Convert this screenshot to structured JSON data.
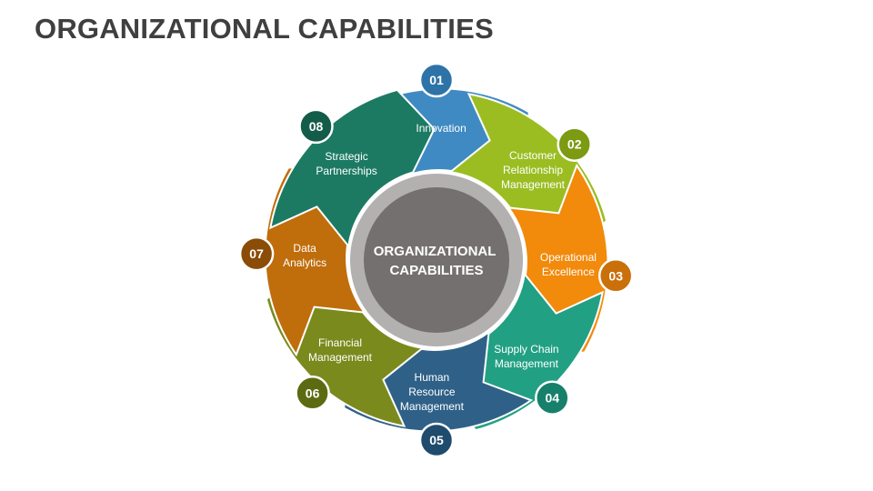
{
  "title": "ORGANIZATIONAL CAPABILITIES",
  "center": {
    "lines": [
      "ORGANIZATIONAL",
      "CAPABILITIES"
    ]
  },
  "colors": {
    "title": "#3f3f3f",
    "center_fill": "#757070",
    "center_ring": "#b3b0b0"
  },
  "segments": [
    {
      "number": "01",
      "label": [
        "Innovation"
      ],
      "color": "#3f8ac2",
      "badge_color": "#2d73a8"
    },
    {
      "number": "02",
      "label": [
        "Customer",
        "Relationship",
        "Management"
      ],
      "color": "#9bbd22",
      "badge_color": "#7c9a12"
    },
    {
      "number": "03",
      "label": [
        "Operational",
        "Excellence"
      ],
      "color": "#f28a0c",
      "badge_color": "#c9700a"
    },
    {
      "number": "04",
      "label": [
        "Supply Chain",
        "Management"
      ],
      "color": "#22a083",
      "badge_color": "#17806a"
    },
    {
      "number": "05",
      "label": [
        "Human",
        "Resource",
        "Management"
      ],
      "color": "#2f6188",
      "badge_color": "#1f4b6d"
    },
    {
      "number": "06",
      "label": [
        "Financial",
        "Management"
      ],
      "color": "#7b8a1d",
      "badge_color": "#5c6a12"
    },
    {
      "number": "07",
      "label": [
        "Data",
        "Analytics"
      ],
      "color": "#c06d0c",
      "badge_color": "#8a4c06"
    },
    {
      "number": "08",
      "label": [
        "Strategic",
        "Partnerships"
      ],
      "color": "#1c7a63",
      "badge_color": "#145c4a"
    }
  ]
}
